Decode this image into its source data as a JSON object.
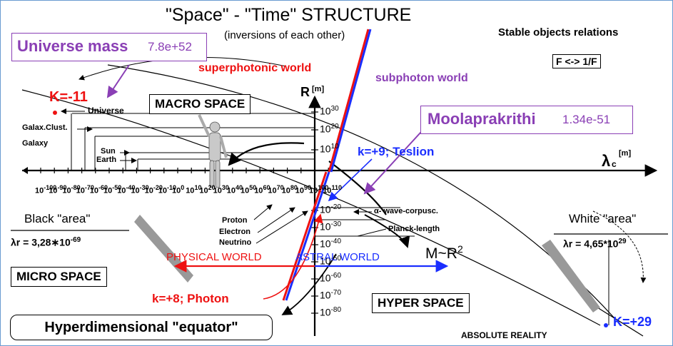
{
  "title": "\"Space\" - \"Time\"  STRUCTURE",
  "subtitle": "(inversions of each other)",
  "stable": "Stable objects relations",
  "fbox": "F <-> 1/F",
  "universe_mass": {
    "label": "Universe mass",
    "value": "7.8e+52"
  },
  "moola": {
    "label": "Moolaprakrithi",
    "value": "1.34e-51"
  },
  "superphotonic": "superphotonic world",
  "subphoton": "subphoton world",
  "k_minus11": "K=-11",
  "universe": "Universe",
  "galax_clust": "Galax.Clust.",
  "galaxy": "Galaxy",
  "sun": "Sun",
  "earth": "Earth",
  "macro": "MACRO SPACE",
  "micro": "MICRO SPACE",
  "hyper": "HYPER SPACE",
  "r_axis": "R",
  "r_unit": "[m]",
  "lambda_axis": "λ",
  "lambda_sub": "c",
  "lambda_unit": "[m]",
  "teslion": "k=+9; Teslion",
  "photon": "k=+8; Photon",
  "black_area": "Black \"area\"",
  "black_formula": "λr = 3,28∗10",
  "black_exp": "-69",
  "white_area": "White \"area\"",
  "white_formula": "λr = 4,65*10",
  "white_exp": "29",
  "proton": "Proton",
  "electron": "Electron",
  "neutrino": "Neutrino",
  "alpha": "α- wave-corpusc.",
  "planck": "Planck-length",
  "physical": "PHYSICAL WORLD",
  "astral": "ASTRAL WORLD",
  "mr": "M~R",
  "mr_exp": "2",
  "k_plus29": "K=+29",
  "absolute": "ABSOLUTE REALITY",
  "equator": "Hyperdimensional \"equator\"",
  "x_ticks": [
    "-100",
    "-90",
    "-80",
    "-70",
    "-60",
    "-50",
    "-40",
    "-30",
    "-20",
    "-10",
    "0",
    "10",
    "20",
    "30",
    "40",
    "50",
    "60",
    "70",
    "80",
    "90",
    "100",
    "110"
  ],
  "y_ticks_up": [
    "30",
    "20",
    "10"
  ],
  "y_ticks_down": [
    "-20",
    "-30",
    "-40",
    "-50",
    "-60",
    "-70",
    "-80"
  ],
  "tick_base": "10",
  "colors": {
    "red": "#ee1111",
    "blue": "#1a2eff",
    "purple": "#8a3fb5",
    "frame": "#6a9bd0"
  }
}
